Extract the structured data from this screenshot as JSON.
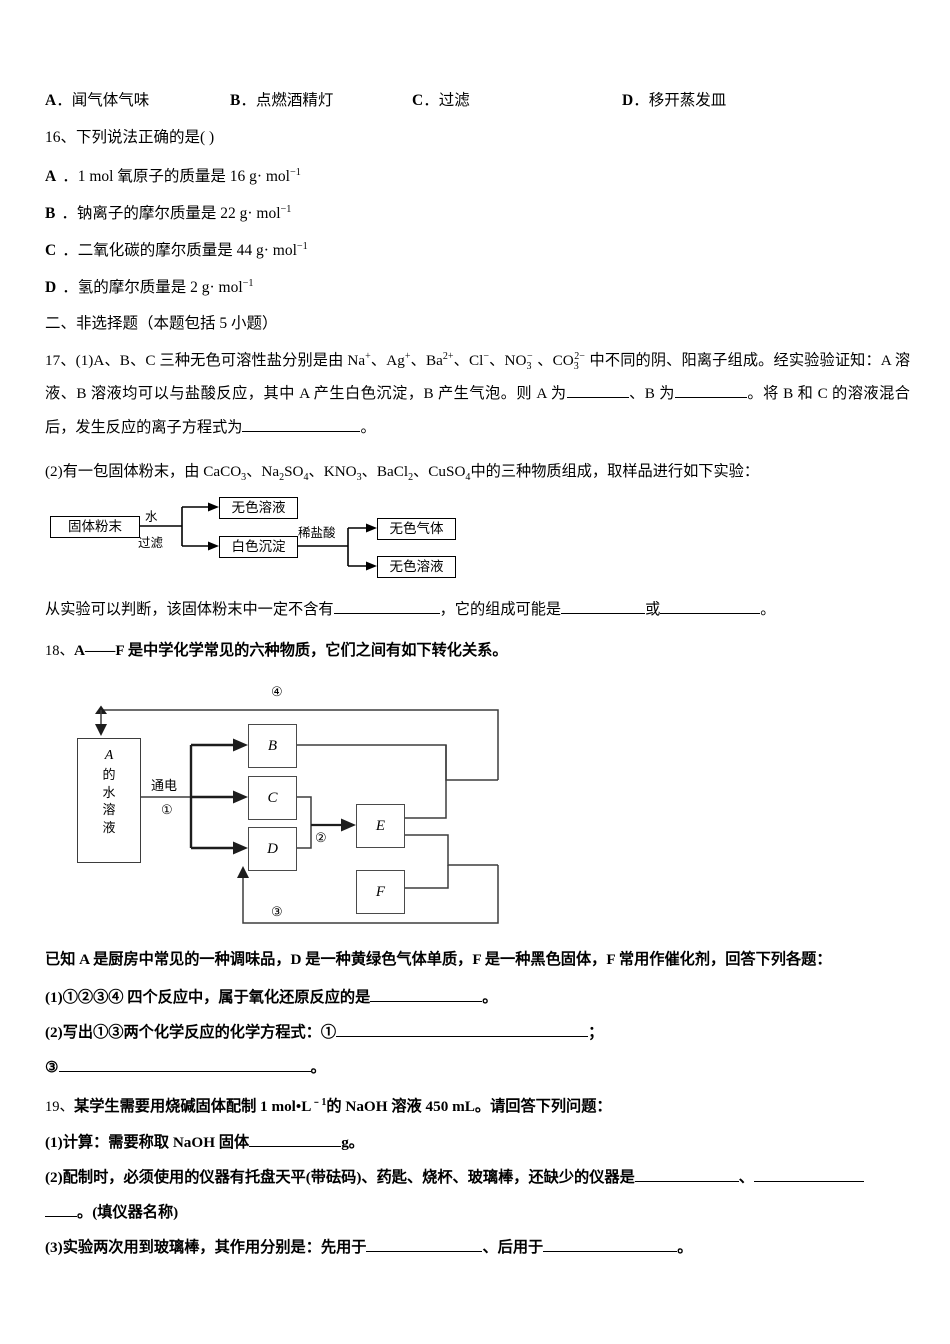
{
  "q15_options": {
    "a_label": "A",
    "a_text": "闻气体气味",
    "b_label": "B",
    "b_text": "点燃酒精灯",
    "c_label": "C",
    "c_text": "过滤",
    "d_label": "D",
    "d_text": "移开蒸发皿"
  },
  "q16": {
    "stem": "16、下列说法正确的是(      )",
    "options": [
      {
        "label": "A",
        "pre": "1 mol 氧原子的质量是 16 g·",
        "unit": "mol",
        "sup": "−1"
      },
      {
        "label": "B",
        "pre": "钠离子的摩尔质量是 22 g·",
        "unit": "mol",
        "sup": "−1"
      },
      {
        "label": "C",
        "pre": "二氧化碳的摩尔质量是 44 g·",
        "unit": "mol",
        "sup": "−1"
      },
      {
        "label": "D",
        "pre": "氢的摩尔质量是 2 g·",
        "unit": "mol",
        "sup": "−1"
      }
    ]
  },
  "section2": {
    "title": "二、非选择题（本题包括 5 小题）"
  },
  "q17": {
    "p1_a": "17、(1)A、B、C 三种无色可溶性盐分别是由 Na",
    "p1_ions": [
      {
        "sym": "Na",
        "charge": "+"
      },
      {
        "sym": "Ag",
        "charge": "+"
      },
      {
        "sym": "Ba",
        "charge": "2+"
      },
      {
        "sym": "Cl",
        "charge": "−"
      }
    ],
    "p1_text_1": "17、(1)A、B、C 三种无色可溶性盐分别是由",
    "p1_text_2": "中不同的阴、阳离子组成。经实验验证知：A 溶",
    "p1_text_3": "液、B 溶液均可以与盐酸反应，其中 A 产生白色沉淀，B 产生气泡。则 A 为",
    "p1_text_4": "、B 为",
    "p1_text_5": "。将 B 和 C 的溶液混合",
    "p1_text_6": "后，发生反应的离子方程式为",
    "p1_text_7": "。",
    "p2_text_1": "(2)有一包固体粉末，由",
    "p2_formulas": [
      "CaCO3",
      "Na2SO4",
      "KNO3",
      "BaCl2",
      "CuSO4"
    ],
    "p2_text_2": "中的三种物质组成，取样品进行如下实验：",
    "flow": {
      "start": "固体粉末",
      "arrow_label_top": "水",
      "arrow_label_bottom": "过滤",
      "branch_top": "无色溶液",
      "branch_bottom": "白色沉淀",
      "acid_label": "稀盐酸",
      "out_top": "无色气体",
      "out_bottom": "无色溶液"
    },
    "p3_text_1": "从实验可以判断，该固体粉末中一定不含有",
    "p3_text_2": "，它的组成可能是",
    "p3_text_3": "或",
    "p3_text_4": "。"
  },
  "q18": {
    "stem_prefix": "18、",
    "stem_bold": "A——F 是中学化学常见的六种物质，它们之间有如下转化关系。",
    "diagram": {
      "source_box": "A 的 水 溶 液",
      "source_letter": "A",
      "source_chars": [
        "的",
        "水",
        "溶",
        "液"
      ],
      "nodes": [
        "B",
        "C",
        "D",
        "E",
        "F"
      ],
      "electrolysis_label": "通电",
      "circled": [
        "①",
        "②",
        "③",
        "④"
      ]
    },
    "given": "已知 A 是厨房中常见的一种调味品，D 是一种黄绿色气体单质，F 是一种黑色固体，F 常用作催化剂，回答下列各题：",
    "sub1_a": "(1)①②③④ 四个反应中，属于氧化还原反应的是",
    "sub1_b": "。",
    "sub2_a": "(2)写出①③两个化学反应的化学方程式：①",
    "sub2_b": "；",
    "sub3_a": "③",
    "sub3_b": "。"
  },
  "q19": {
    "stem_num": "19、",
    "stem_a": "某学生需要用烧碱固体配制 1 mol•L",
    "stem_sup": "﹣1",
    "stem_b": "的 NaOH 溶液 450  mL。请回答下列问题：",
    "sub1_a": "(1)计算：需要称取 NaOH 固体",
    "sub1_b": "g。",
    "sub2_a": "(2)配制时，必须使用的仪器有托盘天平(带砝码)、药匙、烧杯、玻璃棒，还缺少的仪器是",
    "sub2_b": "、",
    "sub2_c": "。(填仪器名称)",
    "sub3_a": "(3)实验两次用到玻璃棒，其作用分别是：先用于",
    "sub3_b": "、后用于",
    "sub3_c": "。"
  }
}
